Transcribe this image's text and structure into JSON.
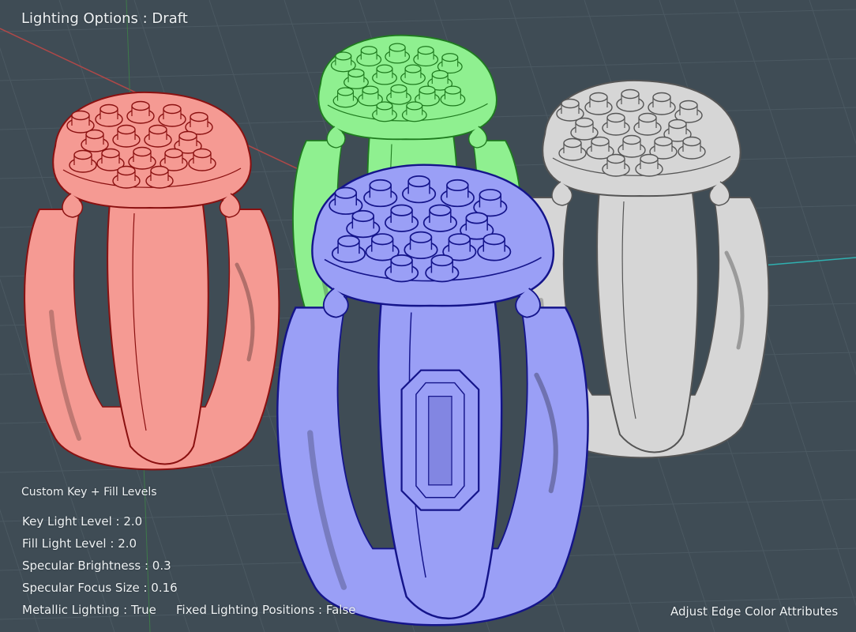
{
  "overlay": {
    "title": "Lighting Options : Draft",
    "panel_heading": "Custom Key + Fill Levels",
    "params": {
      "key_light": "Key Light Level : 2.0",
      "fill_light": "Fill Light Level : 2.0",
      "specular_brightness": "Specular Brightness : 0.3",
      "specular_focus": "Specular Focus Size : 0.16",
      "metallic": "Metallic Lighting : True",
      "fixed_positions": "Fixed Lighting Positions : False"
    },
    "footer_action": "Adjust Edge Color Attributes"
  },
  "colors": {
    "background": "#3f4c55",
    "grid": "#4b5962",
    "axis_red": "#b04848",
    "axis_green": "#3f7a4a",
    "axis_cyan": "#2fb0b0",
    "ring_red_fill": "#f59a93",
    "ring_red_edge": "#8a1010",
    "ring_green_fill": "#8ff090",
    "ring_green_edge": "#1e7a1e",
    "ring_gray_fill": "#d6d6d6",
    "ring_gray_edge": "#555555",
    "ring_blue_fill": "#9a9ff6",
    "ring_blue_edge": "#14148a"
  },
  "scene": {
    "rings": [
      {
        "name": "red-ring",
        "fill_key": "ring_red_fill",
        "edge_key": "ring_red_edge",
        "has_gem": false
      },
      {
        "name": "green-ring",
        "fill_key": "ring_green_fill",
        "edge_key": "ring_green_edge",
        "has_gem": false
      },
      {
        "name": "gray-ring",
        "fill_key": "ring_gray_fill",
        "edge_key": "ring_gray_edge",
        "has_gem": false
      },
      {
        "name": "blue-ring",
        "fill_key": "ring_blue_fill",
        "edge_key": "ring_blue_edge",
        "has_gem": true
      }
    ]
  }
}
